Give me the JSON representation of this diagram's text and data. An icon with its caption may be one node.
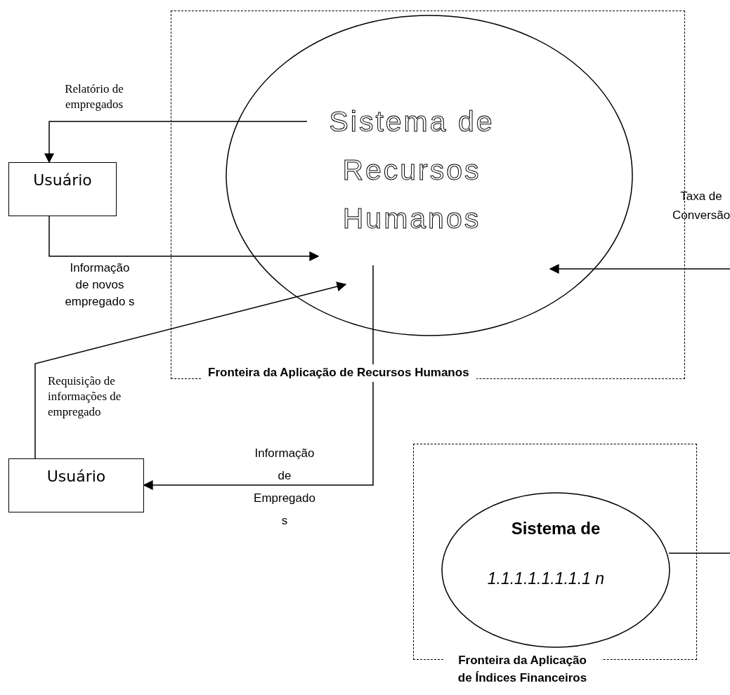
{
  "diagram": {
    "nodes": [
      {
        "text": [
          "Fronteira da Aplicação de Recursos Humanos"
        ]
      },
      {
        "text": [
          "Sistema de Recursos Humanos"
        ],
        "in": 0
      },
      {
        "text": [
          "Usuário"
        ]
      },
      {
        "text": [
          "Usuário"
        ]
      },
      {
        "text": [
          "Fronteira da Aplicação de Índices Financeiros"
        ]
      },
      {
        "text": [
          "Sistema de",
          "1.1.1.1.1.1.1.1 n"
        ],
        "in": 4
      }
    ],
    "edges": [
      {
        "from": 1,
        "to": 2,
        "arrow": "to",
        "label": "Relatório de empregados"
      },
      {
        "from": 2,
        "to": 1,
        "arrow": "to",
        "label": "Informação de novos empregado s"
      },
      {
        "from": 3,
        "to": 1,
        "arrow": "to",
        "label": "Requisição de informações de empregado"
      },
      {
        "from": 1,
        "to": 3,
        "arrow": "to",
        "label": "Informação de Empregado s"
      },
      {
        "from": null,
        "to": 1,
        "arrow": "to",
        "label": "Taxa de Conversão"
      },
      {
        "from": 5,
        "to": null,
        "arrow": "none"
      }
    ]
  }
}
